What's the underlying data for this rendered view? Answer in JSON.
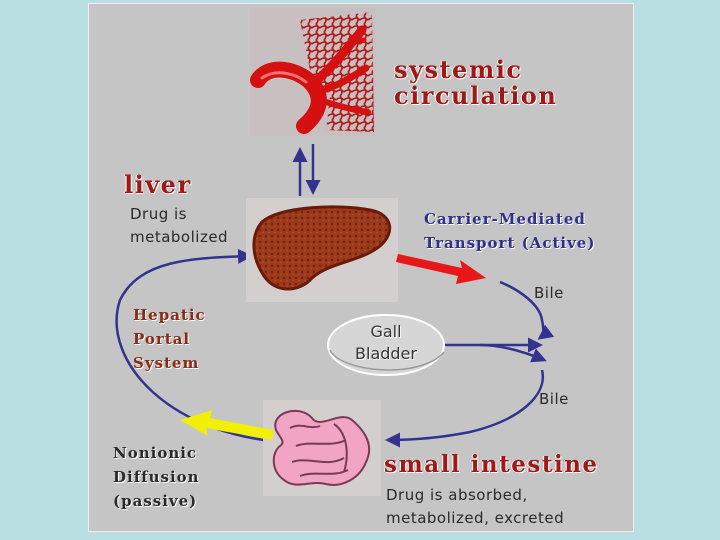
{
  "labels": {
    "systemic": "systemic\ncirculation",
    "liver": "liver",
    "liver_note": "Drug is\nmetabolized",
    "carrier": "Carrier-Mediated\nTransport (Active)",
    "bile_top": "Bile",
    "portal": "Hepatic\nPortal\nSystem",
    "gall": "Gall\nBladder",
    "bile_bottom": "Bile",
    "nonionic": "Nonionic\nDiffusion\n(passive)",
    "intestine": "small intestine",
    "intestine_note": "Drug is absorbed,\nmetabolized, excreted"
  },
  "colors": {
    "background": "#b9dfe3",
    "panel": "#c5c5c5",
    "cycle_arrow": "#33338f",
    "active_arrow": "#e81818",
    "passive_arrow": "#f0f000",
    "organ_red": "#c01818",
    "liver_brown": "#8a2a14",
    "intestine_pink": "#f0a0c0"
  },
  "icons": [
    "blood-vessel-image",
    "liver-image",
    "gall-bladder-image",
    "intestine-image"
  ]
}
